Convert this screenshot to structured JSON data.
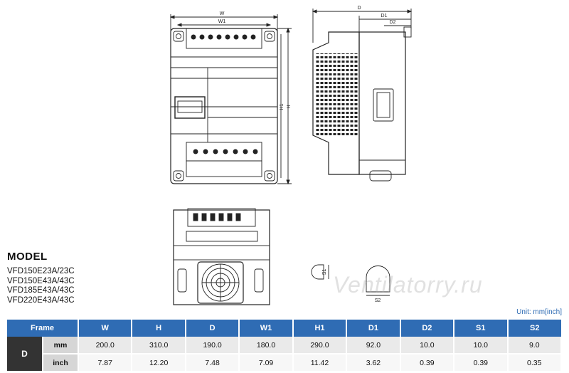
{
  "dimension_labels": {
    "front_width": "W",
    "front_width1": "W1",
    "front_height1": "H1",
    "front_height": "H",
    "side_depth": "D",
    "side_d1": "D1",
    "side_d2": "D2",
    "detail_s1": "S1",
    "detail_s2": "S2"
  },
  "model_block": {
    "heading": "MODEL",
    "models": [
      "VFD150E23A/23C",
      "VFD150E43A/43C",
      "VFD185E43A/43C",
      "VFD220E43A/43C"
    ]
  },
  "watermark": "Ventilatorry.ru",
  "unit_note": "Unit: mm[inch]",
  "spec_table": {
    "header_frame": "Frame",
    "columns": [
      "W",
      "H",
      "D",
      "W1",
      "H1",
      "D1",
      "D2",
      "S1",
      "S2"
    ],
    "frame": "D",
    "rows": [
      {
        "unit": "mm",
        "values": [
          "200.0",
          "310.0",
          "190.0",
          "180.0",
          "290.0",
          "92.0",
          "10.0",
          "10.0",
          "9.0"
        ]
      },
      {
        "unit": "inch",
        "values": [
          "7.87",
          "12.20",
          "7.48",
          "7.09",
          "11.42",
          "3.62",
          "0.39",
          "0.39",
          "0.35"
        ]
      }
    ]
  }
}
